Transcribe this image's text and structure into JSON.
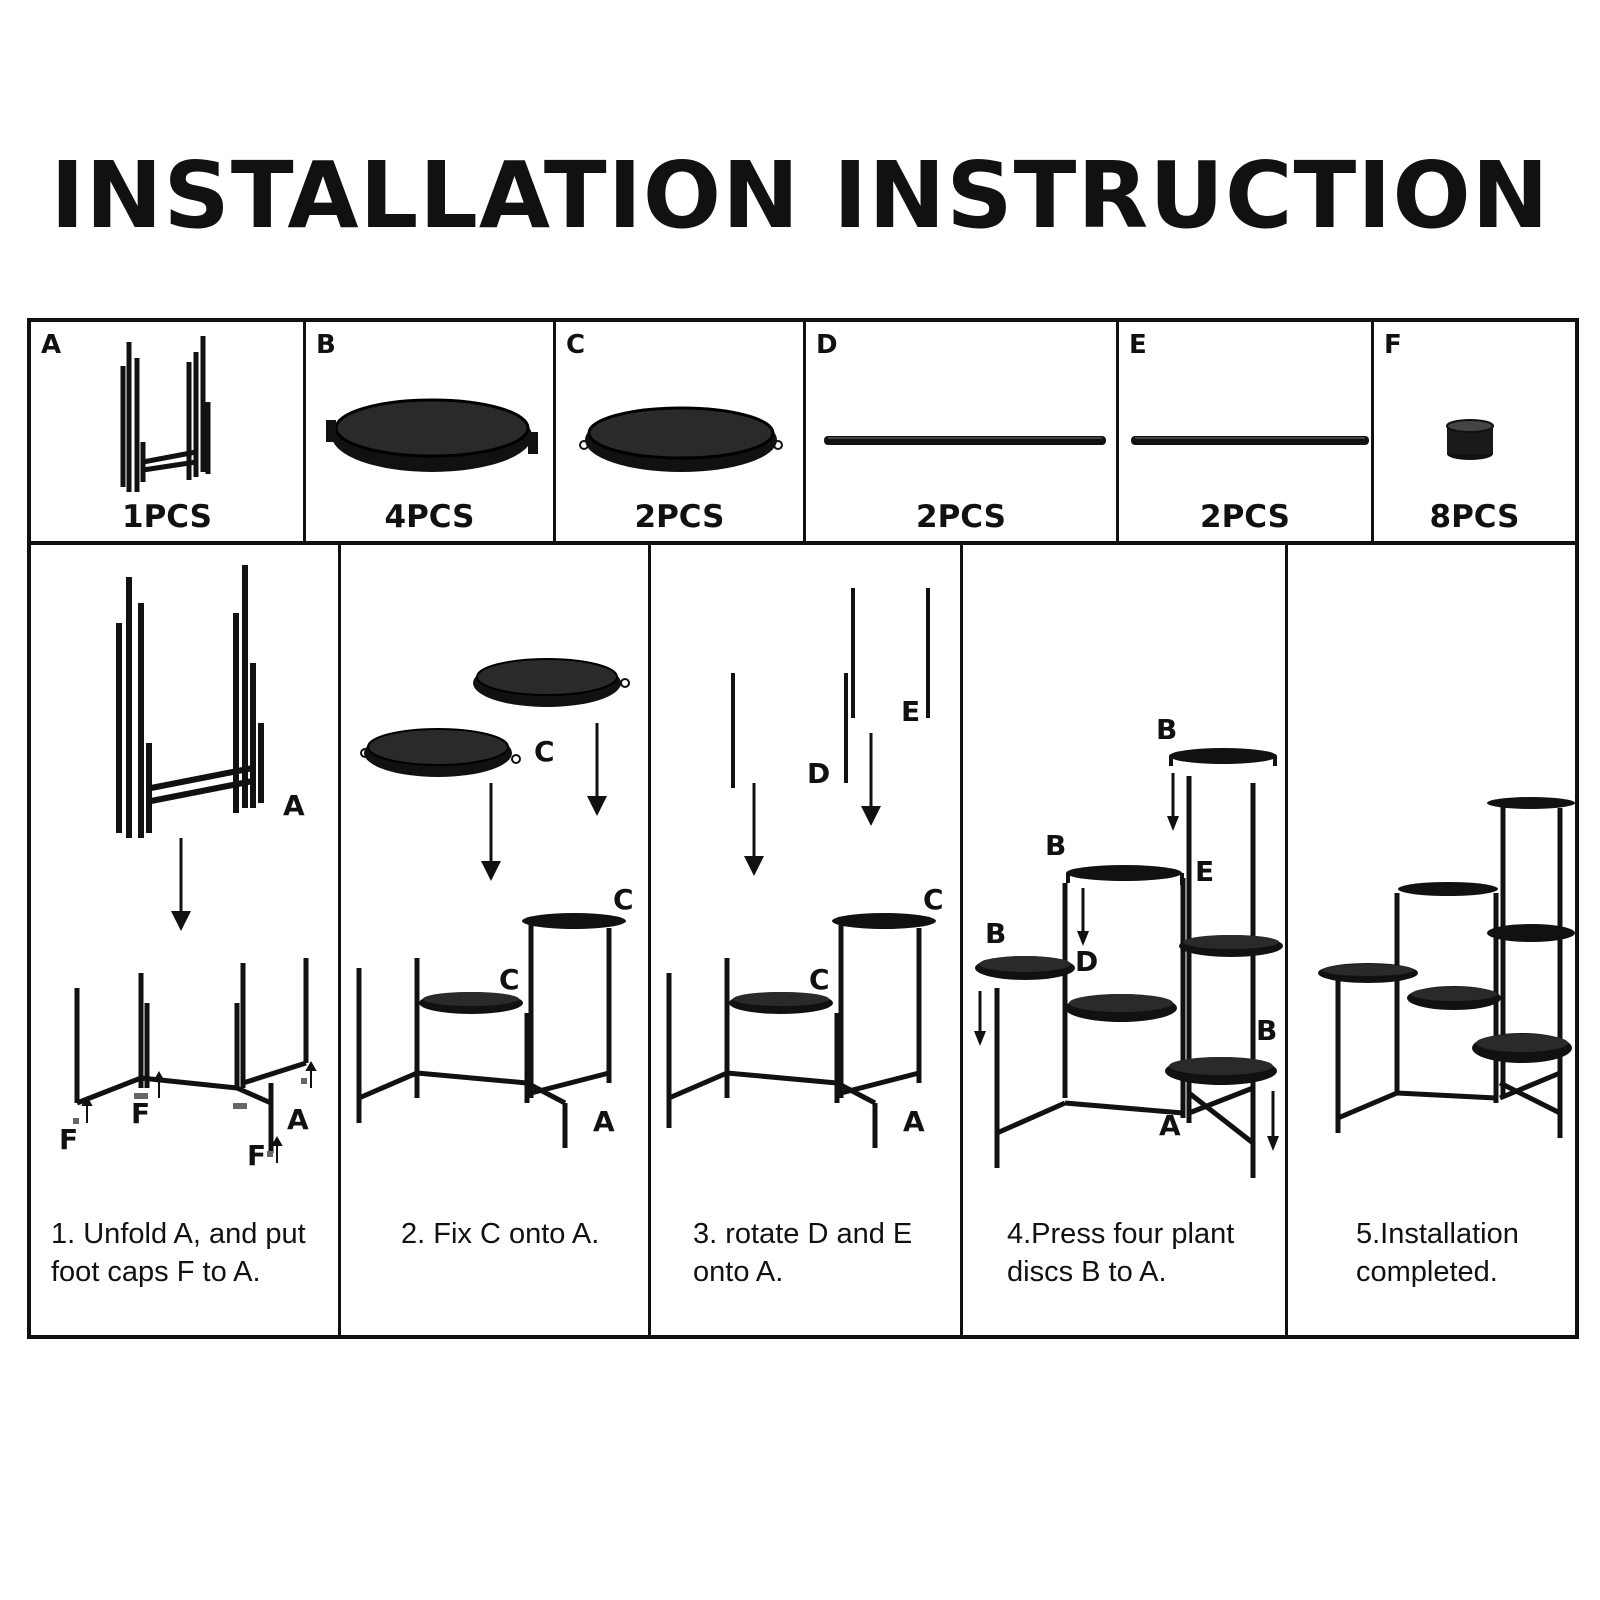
{
  "title": "INSTALLATION INSTRUCTION",
  "parts": [
    {
      "letter": "A",
      "qty": "1PCS",
      "icon": "folded-frame"
    },
    {
      "letter": "B",
      "qty": "4PCS",
      "icon": "plant-disc-large"
    },
    {
      "letter": "C",
      "qty": "2PCS",
      "icon": "plant-disc-small"
    },
    {
      "letter": "D",
      "qty": "2PCS",
      "icon": "rod"
    },
    {
      "letter": "E",
      "qty": "2PCS",
      "icon": "rod"
    },
    {
      "letter": "F",
      "qty": "8PCS",
      "icon": "foot-cap"
    }
  ],
  "steps": [
    {
      "line1": "1. Unfold A, and put",
      "line2": "foot caps F to A.",
      "labels": {
        "a_top": "A",
        "a_bottom": "A",
        "f1": "F",
        "f2": "F",
        "f3": "F"
      }
    },
    {
      "line1": "2. Fix C onto A.",
      "line2": "",
      "labels": {
        "c_top": "C",
        "c_right": "C",
        "c_mid": "C",
        "a": "A"
      }
    },
    {
      "line1": "3. rotate D and E",
      "line2": "onto A.",
      "labels": {
        "d": "D",
        "e": "E",
        "c_right": "C",
        "c_mid": "C",
        "a": "A"
      }
    },
    {
      "line1": "4.Press four plant",
      "line2": "discs B to A.",
      "labels": {
        "b_top": "B",
        "b_mid": "B",
        "b_left": "B",
        "b_right": "B",
        "d": "D",
        "e": "E",
        "a": "A"
      }
    },
    {
      "line1": "5.Installation",
      "line2": "completed.",
      "labels": {}
    }
  ],
  "colors": {
    "ink": "#111111",
    "background": "#ffffff",
    "metal": "#1a1a1a"
  }
}
